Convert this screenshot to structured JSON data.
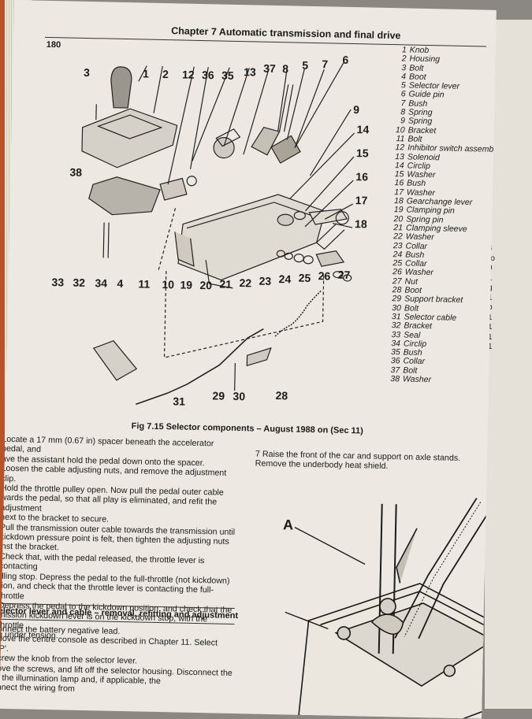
{
  "page": {
    "number": "180",
    "header": "Chapter 7   Automatic transmission and final drive"
  },
  "figure": {
    "caption": "Fig 7.15 Selector components – August 1988 on (Sec 11)",
    "callouts": [
      "3",
      "1",
      "2",
      "12",
      "36",
      "35",
      "13",
      "37",
      "8",
      "5",
      "7",
      "6",
      "9",
      "14",
      "15",
      "38",
      "16",
      "17",
      "18",
      "33",
      "32",
      "34",
      "4",
      "11",
      "10",
      "19",
      "20",
      "21",
      "22",
      "23",
      "24",
      "25",
      "26",
      "27",
      "31",
      "29",
      "30",
      "28"
    ]
  },
  "legend": [
    {
      "num": "1",
      "label": "Knob"
    },
    {
      "num": "2",
      "label": "Housing"
    },
    {
      "num": "3",
      "label": "Bolt"
    },
    {
      "num": "4",
      "label": "Boot"
    },
    {
      "num": "5",
      "label": "Selector lever"
    },
    {
      "num": "6",
      "label": "Guide pin"
    },
    {
      "num": "7",
      "label": "Bush"
    },
    {
      "num": "8",
      "label": "Spring"
    },
    {
      "num": "9",
      "label": "Spring"
    },
    {
      "num": "10",
      "label": "Bracket"
    },
    {
      "num": "11",
      "label": "Bolt"
    },
    {
      "num": "12",
      "label": "Inhibitor switch assembly"
    },
    {
      "num": "13",
      "label": "Solenoid"
    },
    {
      "num": "14",
      "label": "Circlip"
    },
    {
      "num": "15",
      "label": "Washer"
    },
    {
      "num": "16",
      "label": "Bush"
    },
    {
      "num": "17",
      "label": "Washer"
    },
    {
      "num": "18",
      "label": "Gearchange lever"
    },
    {
      "num": "19",
      "label": "Clamping pin"
    },
    {
      "num": "20",
      "label": "Spring pin"
    },
    {
      "num": "21",
      "label": "Clamping sleeve"
    },
    {
      "num": "22",
      "label": "Washer"
    },
    {
      "num": "23",
      "label": "Collar"
    },
    {
      "num": "24",
      "label": "Bush"
    },
    {
      "num": "25",
      "label": "Collar"
    },
    {
      "num": "26",
      "label": "Washer"
    },
    {
      "num": "27",
      "label": "Nut"
    },
    {
      "num": "28",
      "label": "Boot"
    },
    {
      "num": "29",
      "label": "Support bracket"
    },
    {
      "num": "30",
      "label": "Bolt"
    },
    {
      "num": "31",
      "label": "Selector cable"
    },
    {
      "num": "32",
      "label": "Bracket"
    },
    {
      "num": "33",
      "label": "Seal"
    },
    {
      "num": "34",
      "label": "Circlip"
    },
    {
      "num": "35",
      "label": "Bush"
    },
    {
      "num": "36",
      "label": "Collar"
    },
    {
      "num": "37",
      "label": "Bolt"
    },
    {
      "num": "38",
      "label": "Washer"
    }
  ],
  "left_text": [
    "Locate a 17 mm (0.67 in) spacer beneath the accelerator pedal, and",
    "ave the assistant hold the pedal down onto the spacer.",
    "Loosen the cable adjusting nuts, and remove the adjustment clip.",
    "Hold the throttle pulley open. Now pull the pedal outer cable",
    "wards the pedal, so that all play is eliminated, and refit the adjustment",
    "next to the bracket to secure.",
    "Pull the transmission outer cable towards the transmission until",
    "kickdown pressure point is felt, then tighten the adjusting nuts",
    "inst the bracket.",
    "Check that, with the pedal released, the throttle lever is contacting",
    "dling stop. Depress the pedal to the full-throttle (not kickdown)",
    "tion, and check that the throttle lever is contacting the full-throttle",
    "Depress the pedal to the kickdown position, and check that the",
    "mission kickdown lever is on the kickdown stop, with the throttle",
    "g under tension."
  ],
  "right_text": "7   Raise the front of the car and support on axle stands. Remove the underbody heat shield.",
  "section": {
    "title": "elector lever and cable – removal, refitting and adjustment",
    "lines": [
      "onnect the battery negative lead.",
      "nove the centre console as described in Chapter 11. Select",
      "'P'.",
      "crew the knob from the selector lever.",
      "ove the screws, and lift off the selector housing. Disconnect the",
      "r the illumination lamp and, if applicable, the",
      "nnect the wiring from"
    ]
  },
  "detail_label": "A",
  "margin_right": [
    "8",
    "(o",
    "9",
    "1",
    "g",
    "1",
    "b",
    "1",
    "1",
    "1",
    "1"
  ]
}
